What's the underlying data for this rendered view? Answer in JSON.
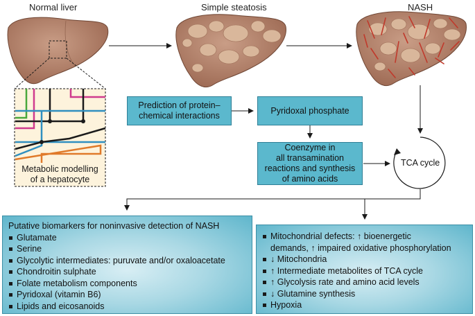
{
  "stages": {
    "normal": "Normal liver",
    "steatosis": "Simple steatosis",
    "nash": "NASH"
  },
  "inset_caption": [
    "Metabolic modelling",
    "of a hepatocyte"
  ],
  "boxes": {
    "prediction": [
      "Prediction of protein–",
      "chemical interactions"
    ],
    "pyridoxal_phosphate": "Pyridoxal phosphate",
    "coenzyme": [
      "Coenzyme in",
      "all transamination",
      "reactions and synthesis",
      "of amino acids"
    ],
    "tca": "TCA cycle"
  },
  "biomarkers": {
    "title": "Putative biomarkers for noninvasive detection of NASH",
    "items": [
      "Glutamate",
      "Serine",
      "Glycolytic intermediates: puruvate and/or oxaloacetate",
      "Chondroitin sulphate",
      "Folate metabolism components",
      "Pyridoxal (vitamin B6)",
      "Lipids and eicosanoids"
    ]
  },
  "consequences": {
    "items": [
      [
        "Mitochondrial defects: ↑ bioenergetic",
        "demands, ↑ impaired oxidative phosphorylation"
      ],
      [
        "↓ Mitochondria"
      ],
      [
        "↑ Intermediate metabolites of TCA cycle"
      ],
      [
        "↑ Glycolysis rate and amino acid levels"
      ],
      [
        "↓ Glutamine synthesis"
      ],
      [
        "Hypoxia"
      ]
    ]
  },
  "colors": {
    "liver": "#a8765f",
    "liver_light": "#c4937a",
    "fat": "#d8b79c",
    "fibrosis": "#c0392b",
    "box": "#5bb8cd",
    "inset_bg": "#fdf3dc"
  }
}
